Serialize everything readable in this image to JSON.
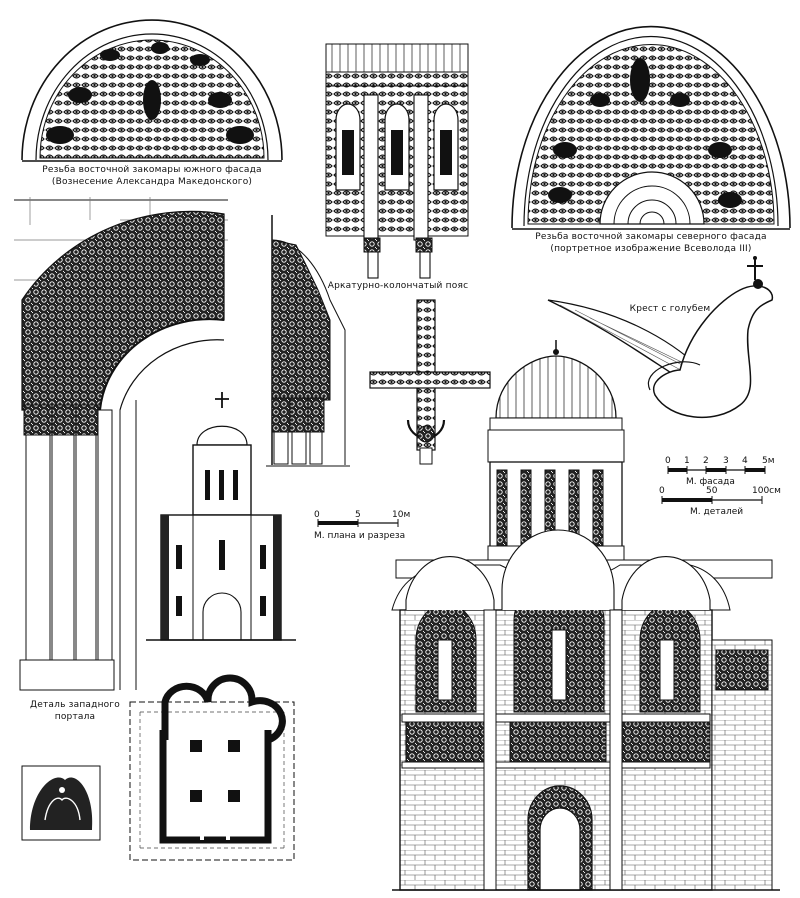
{
  "labels": {
    "south_zakomara": {
      "line1": "Резьба восточной закомары южного фасада",
      "line2": "(Вознесение Александра Македонского)"
    },
    "arcature_belt": "Аркатурно-колончатый пояс",
    "north_zakomara": {
      "line1": "Резьба восточной закомары северного фасада",
      "line2": "(портретное изображение Всеволода III)"
    },
    "cross_dove": "Крест с голубем",
    "west_portal": {
      "line1": "Деталь западного",
      "line2": "портала"
    }
  },
  "scales": {
    "plan_section": {
      "caption": "М. плана и разреза",
      "ticks": [
        "0",
        "5",
        "10м"
      ]
    },
    "facade": {
      "caption": "М. фасада",
      "ticks": [
        "0",
        "1",
        "2",
        "3",
        "4",
        "5м"
      ]
    },
    "details": {
      "caption": "М. деталей",
      "ticks": [
        "0",
        "50",
        "100см"
      ]
    }
  },
  "colors": {
    "ink": "#111111",
    "paper": "#ffffff"
  }
}
